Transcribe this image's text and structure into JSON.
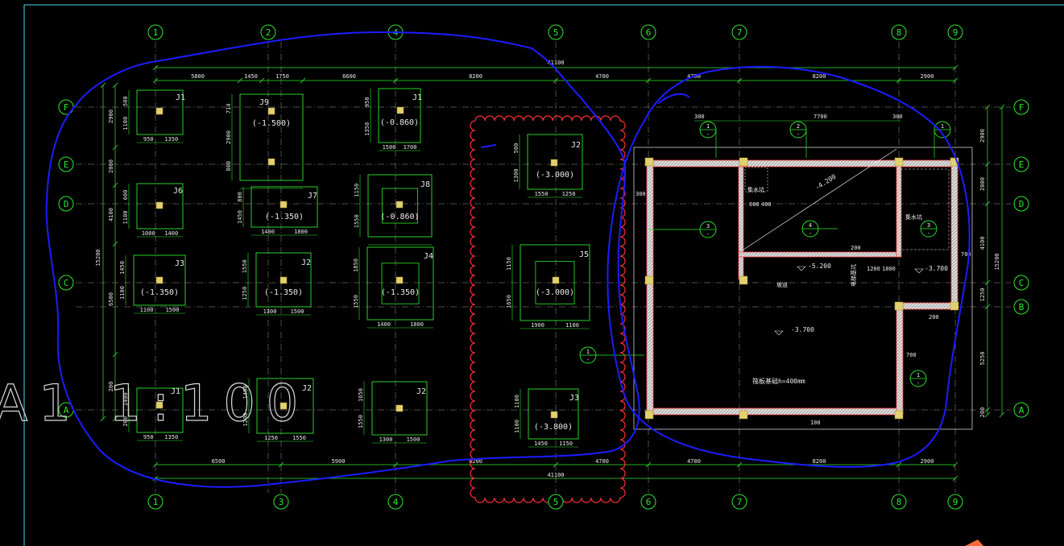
{
  "axes_top": [
    "1",
    "2",
    "4",
    "5",
    "6",
    "7",
    "8",
    "9"
  ],
  "axes_bottom": [
    "1",
    "3",
    "4",
    "5",
    "6",
    "7",
    "8",
    "9"
  ],
  "axes_left": [
    "F",
    "E",
    "D",
    "C",
    "A"
  ],
  "axes_right": [
    "F",
    "E",
    "D",
    "C",
    "B",
    "A"
  ],
  "dims_top": [
    "5800",
    "1450",
    "1750",
    "6600",
    "8200",
    "4700",
    "4700",
    "8200",
    "2900"
  ],
  "dims_top_total": "41100",
  "dims_bottom": [
    "6500",
    "5900",
    "8200",
    "4700",
    "4700",
    "8200",
    "2900"
  ],
  "dims_bottom_total": "41100",
  "dims_left": [
    "2900",
    "2000",
    "4100",
    "6500",
    "200"
  ],
  "dims_left_total": "15200",
  "dims_right": [
    "2900",
    "2000",
    "4100",
    "1250",
    "5250",
    "200"
  ],
  "dims_right_total": "15200",
  "footings": [
    {
      "label": "J1",
      "elev": "",
      "w": [
        "950",
        "1350"
      ],
      "h": [
        "500",
        "1100"
      ]
    },
    {
      "label": "J9",
      "elev": "(-1.500)",
      "w": [
        "",
        "",
        ""
      ],
      "h": [
        "714",
        "2900",
        "800"
      ]
    },
    {
      "label": "J1",
      "elev": "(-0.860)",
      "w": [
        "1500",
        "1700"
      ],
      "h": [
        "950",
        "1350"
      ]
    },
    {
      "label": "J2",
      "elev": "(-3.000)",
      "w": [
        "1550",
        "1250"
      ],
      "h": [
        "500",
        "1300"
      ]
    },
    {
      "label": "J6",
      "elev": "",
      "w": [
        "1000",
        "1400"
      ],
      "h": [
        "600",
        "1100"
      ]
    },
    {
      "label": "J7",
      "elev": "(-1.350)",
      "w": [
        "1400",
        "1800"
      ],
      "h": [
        "800",
        "1450"
      ]
    },
    {
      "label": "J8",
      "elev": "(-0.860)",
      "w": [
        "",
        ""
      ],
      "h": [
        "1150",
        "1550"
      ]
    },
    {
      "label": "J3",
      "elev": "(-1.350)",
      "w": [
        "1100",
        "1500"
      ],
      "h": [
        "1450",
        "1100"
      ]
    },
    {
      "label": "J2",
      "elev": "(-1.350)",
      "w": [
        "1300",
        "1500"
      ],
      "h": [
        "1550",
        "1250"
      ]
    },
    {
      "label": "J4",
      "elev": "(-1.350)",
      "w": [
        "1400",
        "1800"
      ],
      "h": [
        "1850",
        "1550"
      ]
    },
    {
      "label": "J5",
      "elev": "(-3.000)",
      "w": [
        "1900",
        "1100"
      ],
      "h": [
        "1150",
        "1650"
      ]
    },
    {
      "label": "J1",
      "elev": "",
      "w": [
        "950",
        "1350"
      ],
      "h": [
        "1400",
        "200"
      ]
    },
    {
      "label": "J2",
      "elev": "",
      "w": [
        "1250",
        "1550"
      ],
      "h": [
        "1400",
        "1200"
      ]
    },
    {
      "label": "J2",
      "elev": "",
      "w": [
        "1300",
        "1500"
      ],
      "h": [
        "1650",
        "1550"
      ]
    },
    {
      "label": "J3",
      "elev": "(-3.800)",
      "w": [
        "1450",
        "1150"
      ],
      "h": [
        "1100",
        "1100"
      ]
    }
  ],
  "section_marks": [
    {
      "num": "1",
      "sub": "-"
    },
    {
      "num": "2",
      "sub": "-"
    },
    {
      "num": "1",
      "sub": "-"
    },
    {
      "num": "3",
      "sub": "-"
    },
    {
      "num": "4",
      "sub": "-"
    },
    {
      "num": "3",
      "sub": "-"
    },
    {
      "num": "1",
      "sub": "-"
    },
    {
      "num": "1",
      "sub": "-"
    }
  ],
  "annotations": {
    "elev_mid": "-5.200",
    "elev_right": "-3.700",
    "elev_center": "-3.700",
    "elev_ramp": "-4.200",
    "slab_note": "筏板基础h=400mm",
    "dim_7700": "7700",
    "dim_300a": "300",
    "dim_300b": "300",
    "dim_200a": "200",
    "dim_200b": "200",
    "dim_700": "700",
    "dim_100": "100",
    "dim_1200": "1200",
    "dim_1800": "1800",
    "dim_600": "600",
    "dim_400": "400",
    "small_note_a": "集水坑",
    "small_note_b": "电梯基坑",
    "small_note_c": "集水坑",
    "small_note_d": "坡道"
  },
  "overlay_text": "A1 1:100",
  "colors": {
    "axis": "#2ee82e",
    "footing": "#2ee82e",
    "column": "#e0d070",
    "wall_hatch": "#e8e8e8",
    "wall_edge": "#ff4444",
    "cloud": "#ff3030",
    "pen": "#1c1cff",
    "frame": "#4fd6f0",
    "gridline": "#9a9a9a"
  }
}
